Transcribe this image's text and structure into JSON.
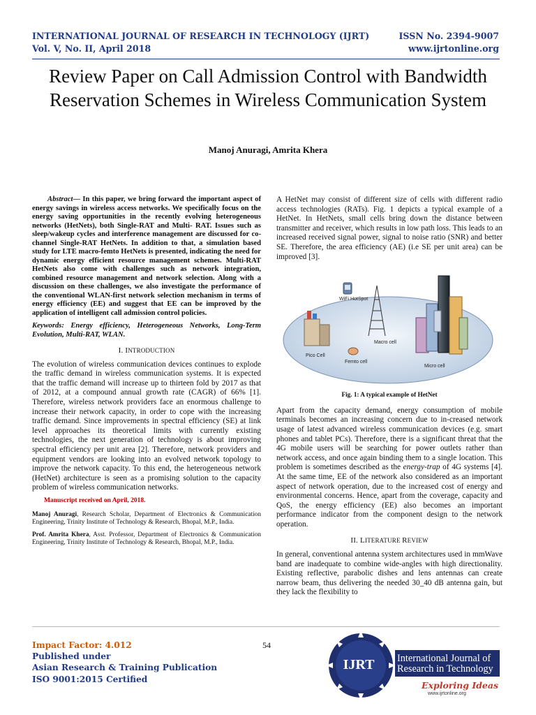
{
  "header": {
    "journal": "INTERNATIONAL JOURNAL OF RESEARCH IN TECHNOLOGY (IJRT)",
    "volume": "Vol. V, No. II, April 2018",
    "issn": "ISSN No. 2394-9007",
    "website": "www.ijrtonline.org"
  },
  "paper": {
    "title": "Review Paper on Call Admission Control with Bandwidth Reservation Schemes in Wireless Communication System",
    "authors": "Manoj Anuragi, Amrita Khera"
  },
  "abstract": {
    "label": "Abstract",
    "text": "— In this paper, we bring forward the important aspect of energy savings in wireless access networks. We specifically focus on the energy saving opportunities in the recently evolving heterogeneous networks (HetNets), both Single-RAT and Multi- RAT. Issues such as sleep/wakeup cycles and interference management are discussed for co-channel Single-RAT HetNets. In addition to that, a simulation based study for LTE macro-femto HetNets is presented, indicating the need for dynamic energy efficient resource management schemes. Multi-RAT HetNets also come with challenges such as network integration, combined resource management and network selection. Along with a discussion on these challenges, we also investigate the performance of the conventional WLAN-first network selection mechanism in terms of energy efficiency (EE) and suggest that EE can be improved by the application of intelligent call admission control policies."
  },
  "keywords": "Keywords: Energy efficiency, Heterogeneous Networks, Long-Term Evolution, Multi-RAT, WLAN.",
  "sections": {
    "intro_num": "I. I",
    "intro_rest": "NTRODUCTION",
    "intro_text": "The evolution of wireless communication devices continues to explode the traffic demand in wireless communication systems. It is expected that the traffic demand will increase up to thirteen fold by 2017 as that of 2012, at a compound annual growth rate (CAGR) of 66% [1]. Therefore, wireless network providers face an enormous challenge to increase their network capacity, in order to cope with the increasing traffic demand. Since improvements in spectral efficiency (SE) at link level approaches its theoretical limits with currently existing technologies, the next generation of technology is about improving spectral efficiency per unit area [2]. Therefore, network providers and equipment vendors are looking into an evolved network topology to improve the network capacity. To this end, the heterogeneous network (HetNet) architecture is seen as a promising solution to the capacity problem of wireless communication networks.",
    "lit_num": "II. L",
    "lit_mid": "ITERATURE ",
    "lit_r": "R",
    "lit_rest": "EVIEW",
    "lit_text": "In general, conventional antenna system architectures used in mmWave band are inadequate to combine wide-angles with high directionality. Existing reflective, parabolic dishes and lens antennas can create narrow beam, thus delivering the needed 30_40 dB antenna gain, but they lack the flexibility to"
  },
  "manuscript": "Manuscript received on April, 2018.",
  "affiliations": [
    {
      "name": "Manoj Anuragi",
      "text": ", Research Scholar, Department of Electronics & Communication Engineering, Trinity Institute of Technology & Research, Bhopal, M.P., India."
    },
    {
      "name": "Prof. Amrita Khera",
      "text": ", Asst. Professor, Department of Electronics & Communication Engineering, Trinity Institute of Technology & Research, Bhopal, M.P., India."
    }
  ],
  "right_col": {
    "para1": "A HetNet may consist of different size of cells with different radio access technologies (RATs). Fig. 1 depicts a typical example of a HetNet. In HetNets, small cells bring down the distance between transmitter and receiver, which results in low path loss. This leads to an increased received signal power, signal to noise ratio (SNR) and better SE. Therefore, the area efficiency (AE) (i.e SE per unit area) can be improved [3].",
    "para2_a": "Apart from the capacity demand, energy consumption of mobile terminals becomes an increasing concern due to in-creased network usage of latest advanced wireless communication devices (e.g. smart phones and tablet PCs). Therefore, there is a significant threat that the 4G mobile users will be searching for power outlets rather than network access, and once again binding them to a single location. This problem is sometimes described as the ",
    "para2_em": "energy-trap",
    "para2_b": " of 4G systems [4]. At the same time, EE of the network also considered as an important aspect of network operation, due to the increased cost of energy and environmental concerns. Hence, apart from the coverage, capacity and QoS, the energy efficiency (EE) also becomes an important performance indicator from the component design to the network operation."
  },
  "figure": {
    "caption": "Fig. 1: A typical example of HetNet",
    "labels": {
      "wifi": "WiFi HotSpot",
      "pico": "Pico Cell",
      "macro": "Macro cell",
      "femto": "Femto cell",
      "micro": "Micro cell"
    }
  },
  "footer": {
    "page_number": "54",
    "impact": "Impact Factor: 4.012",
    "published": "Published under",
    "publisher": "Asian Research & Training Publication",
    "iso": "ISO 9001:2015 Certified",
    "logo_abbr": "IJRT",
    "logo_line1": "International Journal of",
    "logo_line2": "Research in Technology",
    "tagline": "Exploring Ideas",
    "logo_url": "www.ijrtonline.org"
  }
}
